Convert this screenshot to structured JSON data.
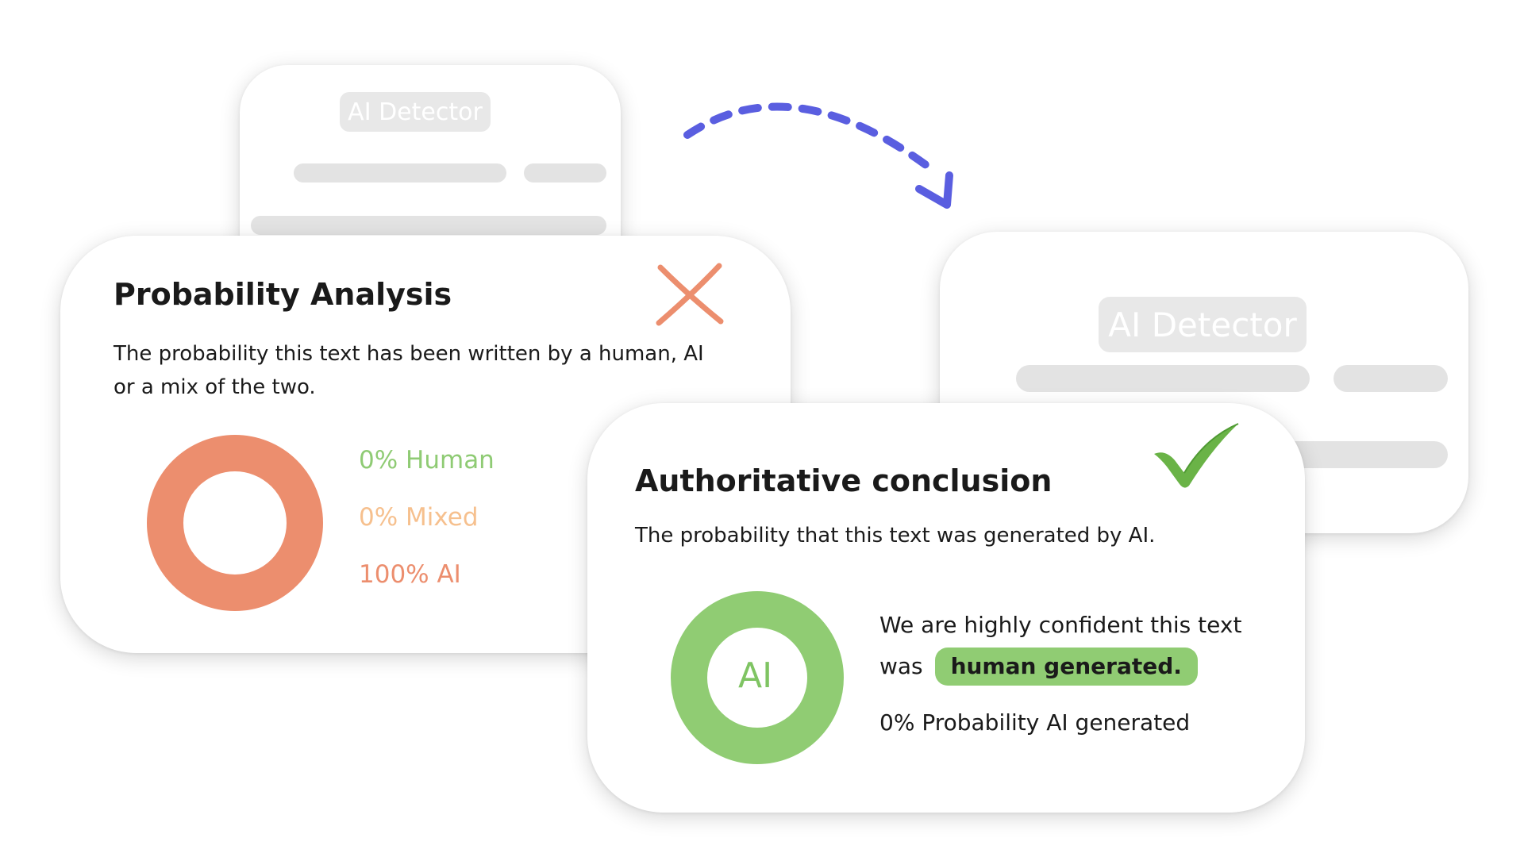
{
  "colors": {
    "human": "#8fcb74",
    "mixed": "#f6c08e",
    "ai": "#ec8e6e",
    "arrow": "#5a5ee0",
    "check": "#6ab347",
    "highlight": "#90cc73"
  },
  "back_cards": {
    "left_badge": "AI Detector",
    "right_badge": "AI Detector"
  },
  "probability_card": {
    "title": "Probability Analysis",
    "description": "The probability this text has been written by a human, AI or a mix of the two.",
    "status_icon": "cross-icon",
    "legend": [
      {
        "label": "0% Human",
        "value": 0,
        "color": "#8fcb74"
      },
      {
        "label": "0% Mixed",
        "value": 0,
        "color": "#f6c08e"
      },
      {
        "label": "100% AI",
        "value": 100,
        "color": "#ec8e6e"
      }
    ]
  },
  "conclusion_card": {
    "title": "Authoritative conclusion",
    "description": "The probability that this text was generated by AI.",
    "status_icon": "check-icon",
    "ring_label": "AI",
    "ring_value": 0,
    "message_prefix": "We are highly confident this text was",
    "message_highlight": "human generated.",
    "probability_line": "0% Probability AI generated"
  },
  "transition_icon": "dashed-arrow-icon"
}
